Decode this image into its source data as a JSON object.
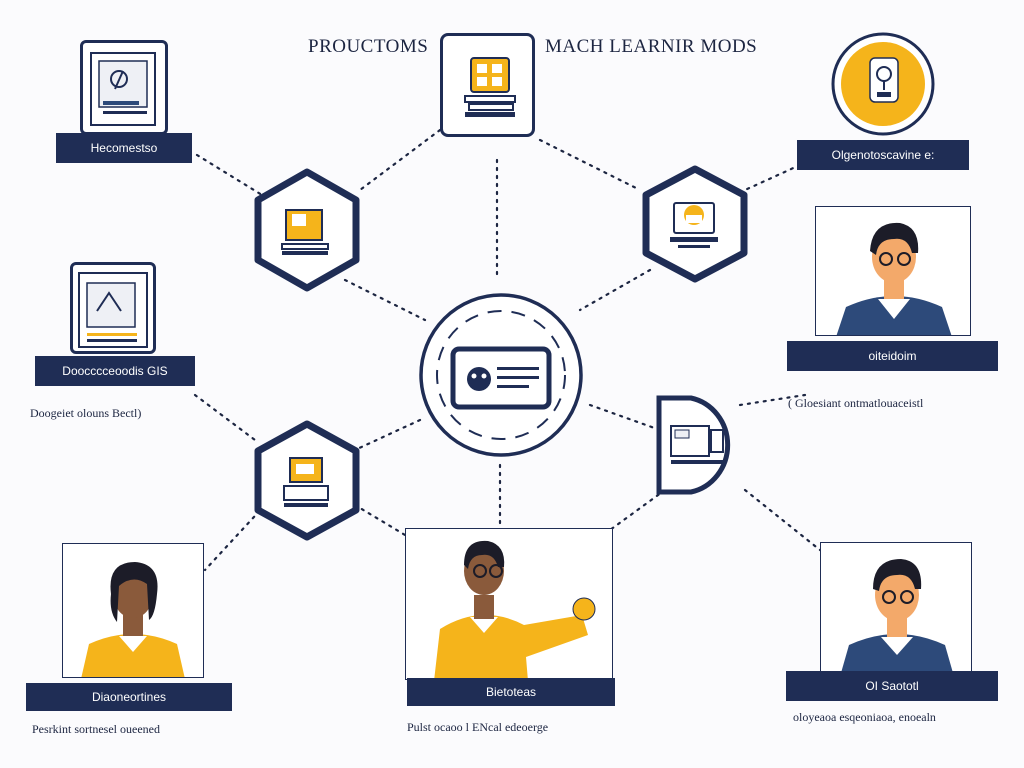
{
  "header": {
    "left_title": "PROUCTOMS",
    "right_title": "MACH LEARNIR MODS"
  },
  "labels": {
    "top_left": "Hecomestso",
    "top_right": "Olgenotoscavine e:",
    "mid_left": "Doocccceoodis GIS",
    "mid_left_caption": "Doogeiet olouns Bectl)",
    "right_person_top": "oiteidoim",
    "right_caption": "( Gloesiant ontmatlouaceistl",
    "bottom_left_person": "Diaoneortines",
    "bottom_left_caption": "Pesrkint sortnesel oueened",
    "bottom_center_person": "Bietoteas",
    "bottom_center_caption": "Pulst ocaoo l ENcal edeoerge",
    "bottom_right_person": "OI Saototl",
    "bottom_right_caption": "oloyeaoa esqeoniaoa, enoealn"
  },
  "colors": {
    "navy": "#1f2d55",
    "accent_yellow": "#f5b41b",
    "skin_dark": "#8a5a3b",
    "skin_light": "#f3a96a",
    "hair": "#1c1c28",
    "shirt_blue": "#2d4a7a"
  },
  "icons": [
    "document-icon",
    "book-stack-icon",
    "lightbulb-icon",
    "laptop-icon",
    "ai-robot-icon",
    "server-rack-icon"
  ]
}
